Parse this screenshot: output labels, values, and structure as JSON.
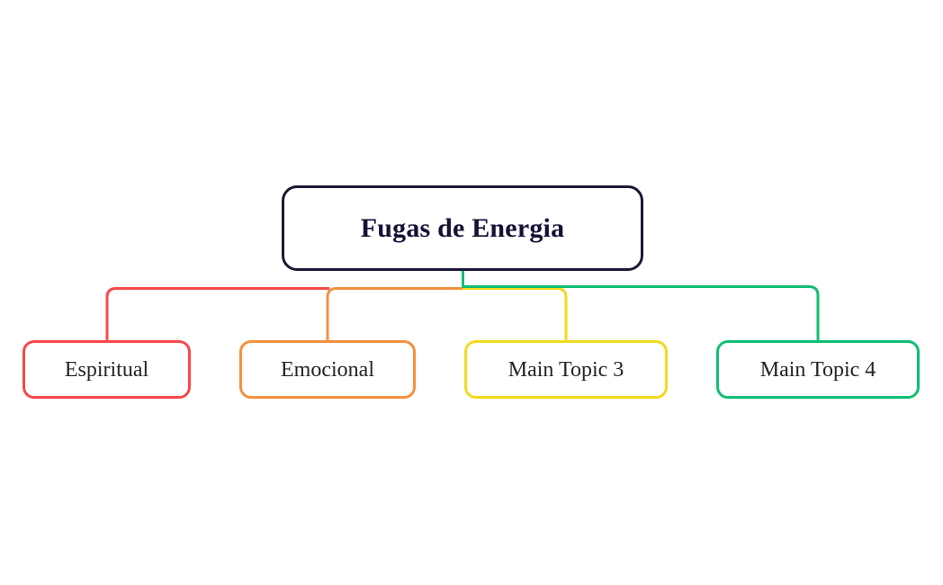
{
  "diagram": {
    "type": "mind-map",
    "title": "Fugas de Energia",
    "background_color": "#ffffff",
    "root": {
      "label": "Fugas de Energia",
      "border_color": "#1a1836",
      "text_color": "#131235",
      "fill_color": "#ffffff"
    },
    "children": [
      {
        "label": "Espiritual",
        "border_color": "#f8484a",
        "connector_color": "#f8484a",
        "text_color": "#232323",
        "fill_color": "#ffffff"
      },
      {
        "label": "Emocional",
        "border_color": "#f4913e",
        "connector_color": "#f4913e",
        "text_color": "#232323",
        "fill_color": "#ffffff"
      },
      {
        "label": "Main Topic 3",
        "border_color": "#f4da1e",
        "connector_color": "#f4da1e",
        "text_color": "#232323",
        "fill_color": "#ffffff"
      },
      {
        "label": "Main Topic 4",
        "border_color": "#12be72",
        "connector_color": "#12be72",
        "text_color": "#232323",
        "fill_color": "#ffffff"
      }
    ]
  }
}
